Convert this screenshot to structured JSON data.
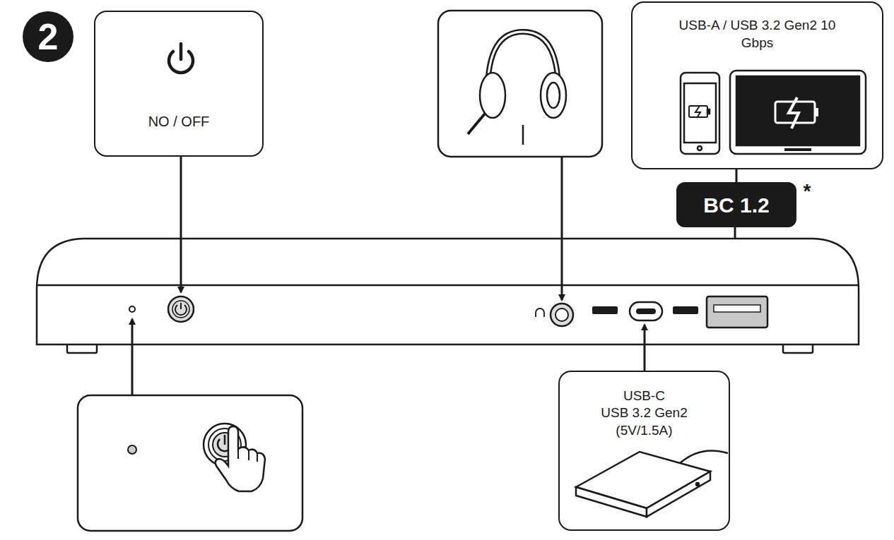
{
  "diagram": {
    "nodes": [
      {
        "text": [
          "NO / OFF"
        ]
      },
      {
        "text": [
          "USB-A / USB 3.2 Gen2 10 Gbps"
        ]
      },
      {
        "text": [
          "BC 1.2"
        ]
      },
      {
        "text": [
          "USB-C",
          "USB 3.2 Gen2 (5V/1.5A)"
        ]
      }
    ],
    "edges": [
      {
        "from": 1,
        "to": 2,
        "arrow": "none"
      }
    ],
    "labels": [
      "2",
      "*"
    ]
  }
}
